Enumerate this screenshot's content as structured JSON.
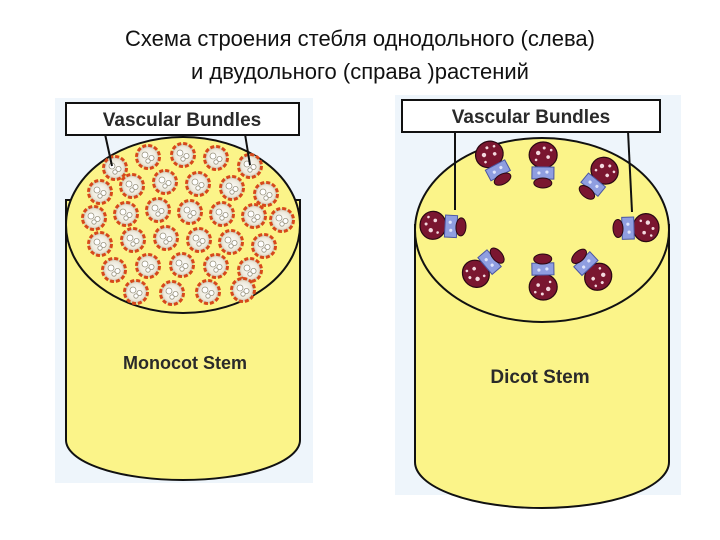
{
  "slide": {
    "title_line1": "Схема строения стебля однодольного (слева)",
    "title_line2": "и двудольного (справа )растений"
  },
  "monocot": {
    "callout_label": "Vascular Bundles",
    "stem_label": "Monocot Stem"
  },
  "dicot": {
    "callout_label": "Vascular Bundles",
    "stem_label": "Dicot Stem"
  },
  "colors": {
    "stem_yellow": "#fbf489",
    "stem_outline": "#111111",
    "panel_blue": "#eef5fb",
    "monocot_ring": "#d7481a",
    "phloem_blue": "#8f9ee0",
    "xylem_maroon": "#7a1630",
    "label_box": "#ffffff"
  }
}
